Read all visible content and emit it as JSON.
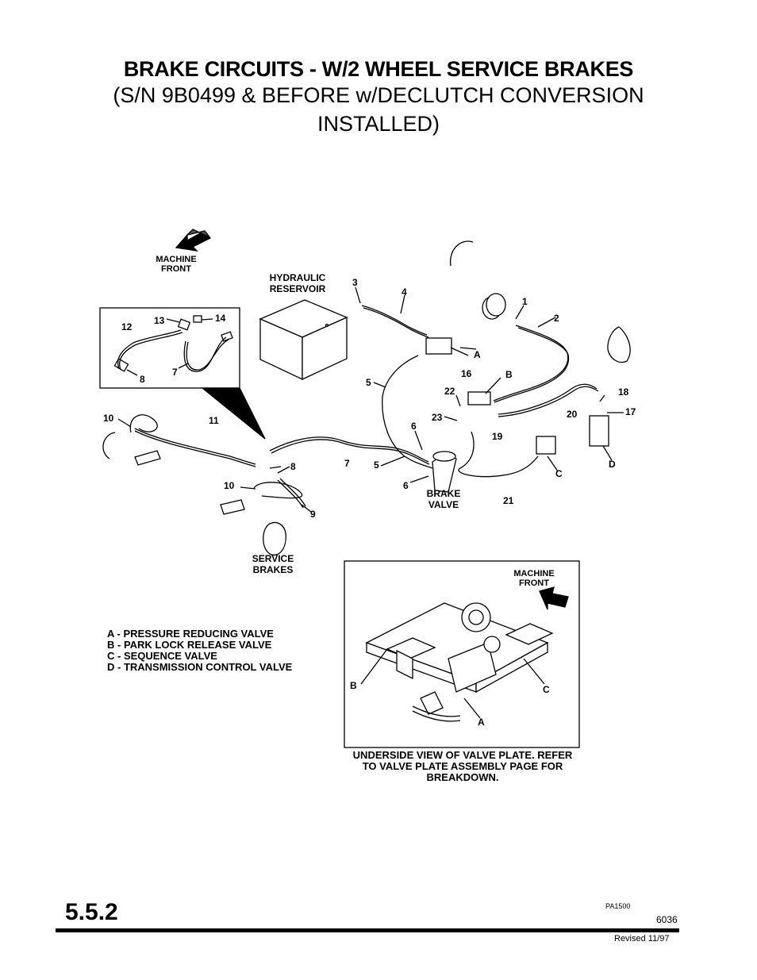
{
  "title": {
    "main": "BRAKE CIRCUITS - W/2 WHEEL SERVICE BRAKES",
    "sub_line1": "(S/N 9B0499 & BEFORE w/DECLUTCH CONVERSION",
    "sub_line2": "INSTALLED)"
  },
  "labels": {
    "machine_front_1": "MACHINE",
    "machine_front_2": "FRONT",
    "reservoir_1": "HYDRAULIC",
    "reservoir_2": "RESERVOIR",
    "service_1": "SERVICE",
    "service_2": "BRAKES",
    "brake_valve_1": "BRAKE",
    "brake_valve_2": "VALVE",
    "inset_front_1": "MACHINE",
    "inset_front_2": "FRONT"
  },
  "callouts": {
    "n1": "1",
    "n2": "2",
    "n3": "3",
    "n4": "4",
    "n5": "5",
    "n5b": "5",
    "n6": "6",
    "n6b": "6",
    "n7": "7",
    "n7b": "7",
    "n8": "8",
    "n8b": "8",
    "n9": "9",
    "n10": "10",
    "n10b": "10",
    "n11": "11",
    "n12": "12",
    "n13": "13",
    "n14": "14",
    "n16": "16",
    "n17": "17",
    "n18": "18",
    "n19": "19",
    "n20": "20",
    "n21": "21",
    "n22": "22",
    "n23": "23",
    "A": "A",
    "B": "B",
    "C": "C",
    "D": "D",
    "iA": "A",
    "iB": "B",
    "iC": "C"
  },
  "legend": [
    "A - PRESSURE REDUCING VALVE",
    "B - PARK LOCK RELEASE VALVE",
    "C - SEQUENCE VALVE",
    "D - TRANSMISSION CONTROL VALVE"
  ],
  "inset_caption": [
    "UNDERSIDE VIEW OF VALVE PLATE. REFER",
    "TO VALVE PLATE ASSEMBLY PAGE FOR",
    "BREAKDOWN."
  ],
  "footer": {
    "section": "5.5.2",
    "ref_code": "PA1500",
    "page": "6036",
    "revised": "Revised 11/97"
  }
}
